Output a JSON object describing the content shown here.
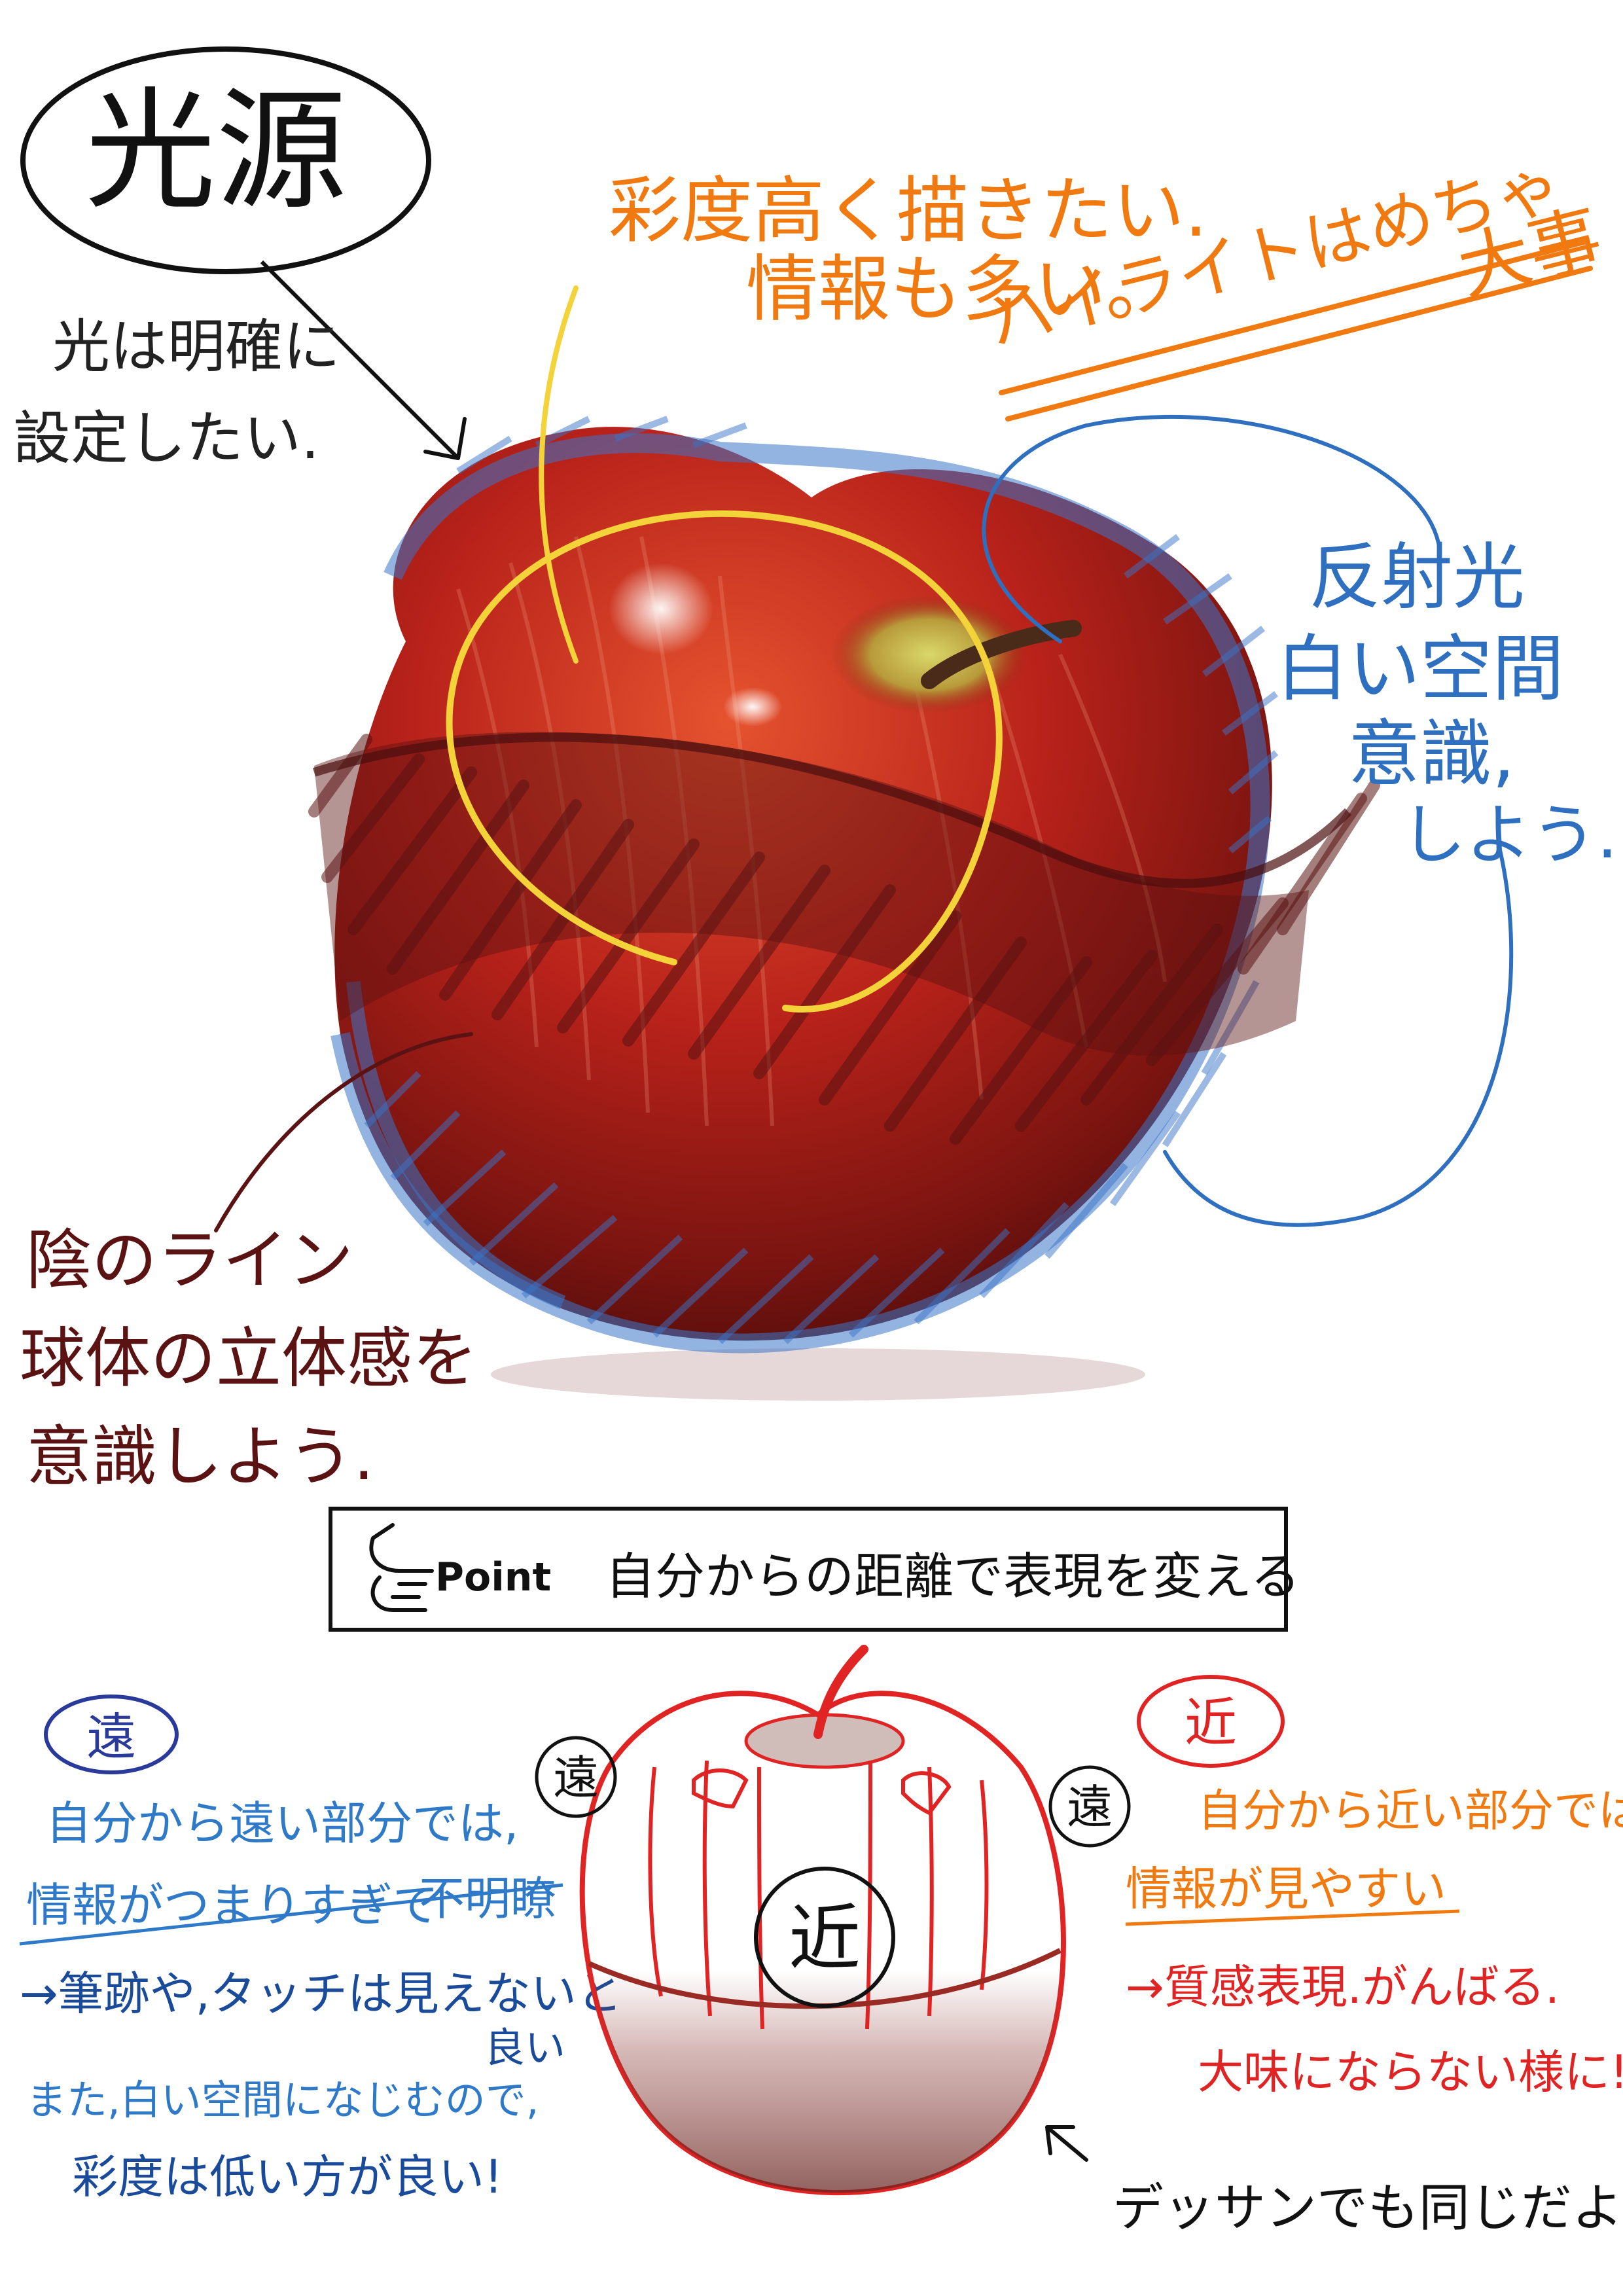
{
  "colors": {
    "black": "#111111",
    "orange": "#f07a10",
    "blue": "#2f6fc0",
    "brown": "#5a1212",
    "red": "#e02424",
    "yellow": "#f4d23a",
    "apple_red": "#b81e14"
  },
  "light_source": {
    "label": "光源",
    "note_line1": "光は明確に",
    "note_line2": "設定したい."
  },
  "highlight_note": {
    "line1": "彩度高く描きたい.",
    "line2": "情報も多い。",
    "line3": "ハイライトはめちゃ",
    "line4": "大事"
  },
  "reflected_light_note": {
    "line1": "反射光",
    "line2": "白い空間",
    "line3": "意識,",
    "line4": "しよう."
  },
  "shadow_note": {
    "line1": "陰のライン",
    "line2": "球体の立体感を",
    "line3": "意識しよう."
  },
  "point_box": {
    "icon": "pointing-hand-icon",
    "label": "Point",
    "text": "自分からの距離で表現を変える"
  },
  "far_section": {
    "badge": "遠",
    "line1": "自分から遠い部分では,",
    "line2a": "情報がつまりすぎて",
    "line2b": "不明瞭",
    "line3": "→筆跡や,タッチは見えないと",
    "line3b": "良い",
    "line4": "また,白い空間になじむので,",
    "line5": "彩度は低い方が良い!"
  },
  "near_section": {
    "badge": "近",
    "line1": "自分から近い部分では",
    "line2": "情報が見やすい",
    "line3": "→質感表現.がんばる.",
    "line4": "大味にならない様に!"
  },
  "sketch_labels": {
    "far_left": "遠",
    "far_right": "遠",
    "near_center": "近"
  },
  "dessin_note": "デッサンでも同じだよ!"
}
